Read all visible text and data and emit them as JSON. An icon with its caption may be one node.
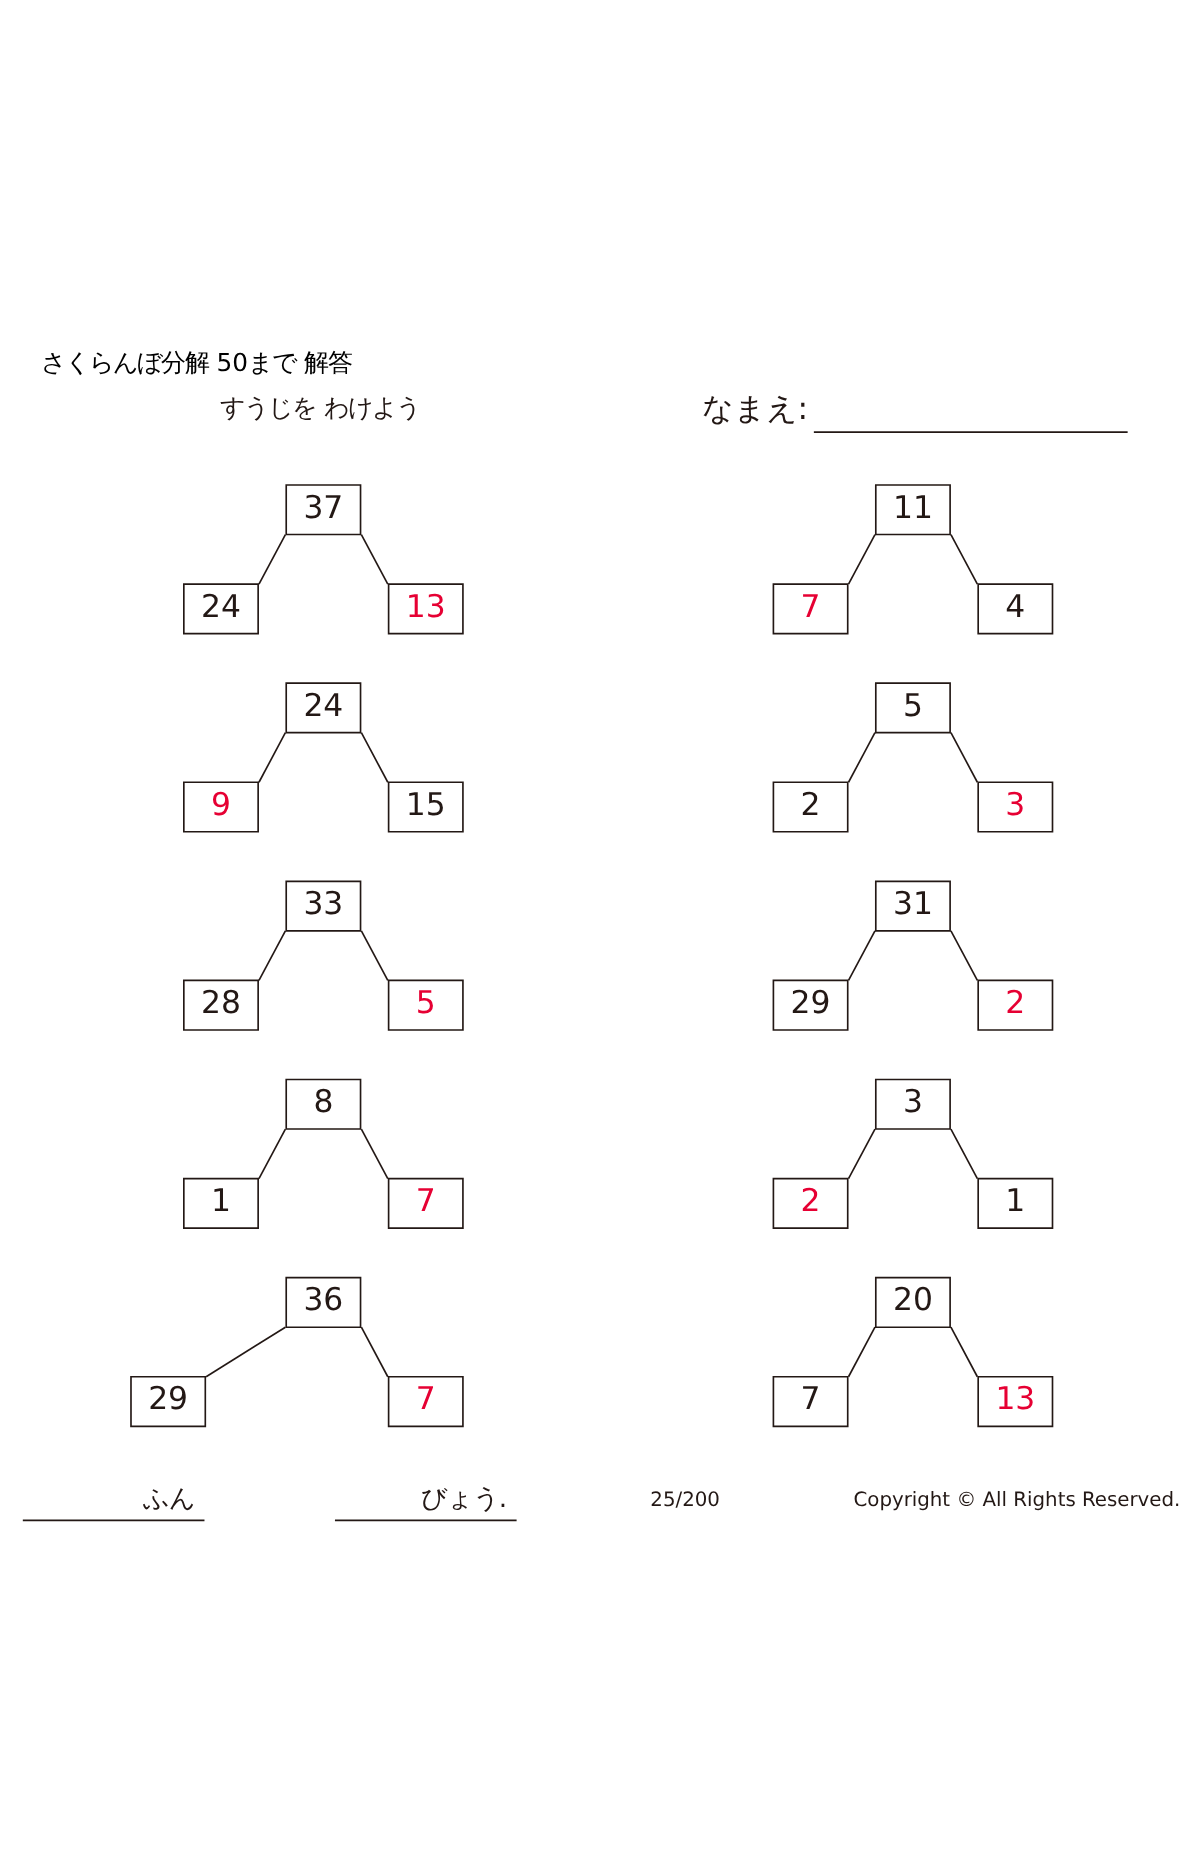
{
  "diagram": {
    "title": "さくらんぼ分解 50まで 解答",
    "nodes": [
      {
        "text": [
          "37"
        ]
      },
      {
        "text": [
          "24"
        ]
      },
      {
        "text": [
          "13"
        ]
      },
      {
        "text": [
          "11"
        ]
      },
      {
        "text": [
          "7"
        ]
      },
      {
        "text": [
          "4"
        ]
      },
      {
        "text": [
          "24"
        ]
      },
      {
        "text": [
          "9"
        ]
      },
      {
        "text": [
          "15"
        ]
      },
      {
        "text": [
          "5"
        ]
      },
      {
        "text": [
          "2"
        ]
      },
      {
        "text": [
          "3"
        ]
      },
      {
        "text": [
          "33"
        ]
      },
      {
        "text": [
          "28"
        ]
      },
      {
        "text": [
          "5"
        ]
      },
      {
        "text": [
          "31"
        ]
      },
      {
        "text": [
          "29"
        ]
      },
      {
        "text": [
          "2"
        ]
      },
      {
        "text": [
          "8"
        ]
      },
      {
        "text": [
          "1"
        ]
      },
      {
        "text": [
          "7"
        ]
      },
      {
        "text": [
          "3"
        ]
      },
      {
        "text": [
          "2"
        ]
      },
      {
        "text": [
          "1"
        ]
      },
      {
        "text": [
          "36"
        ]
      },
      {
        "text": [
          "29"
        ]
      },
      {
        "text": [
          "7"
        ]
      },
      {
        "text": [
          "20"
        ]
      },
      {
        "text": [
          "7"
        ]
      },
      {
        "text": [
          "13"
        ]
      }
    ],
    "edges": [
      {
        "from": 0,
        "to": 1,
        "arrow": "none"
      },
      {
        "from": 0,
        "to": 2,
        "arrow": "none"
      },
      {
        "from": 3,
        "to": 4,
        "arrow": "none"
      },
      {
        "from": 3,
        "to": 5,
        "arrow": "none"
      },
      {
        "from": 6,
        "to": 7,
        "arrow": "none"
      },
      {
        "from": 6,
        "to": 8,
        "arrow": "none"
      },
      {
        "from": 9,
        "to": 10,
        "arrow": "none"
      },
      {
        "from": 9,
        "to": 11,
        "arrow": "none"
      },
      {
        "from": 12,
        "to": 13,
        "arrow": "none"
      },
      {
        "from": 12,
        "to": 14,
        "arrow": "none"
      },
      {
        "from": 15,
        "to": 16,
        "arrow": "none"
      },
      {
        "from": 15,
        "to": 17,
        "arrow": "none"
      },
      {
        "from": 18,
        "to": 19,
        "arrow": "none"
      },
      {
        "from": 18,
        "to": 20,
        "arrow": "none"
      },
      {
        "from": 21,
        "to": 22,
        "arrow": "none"
      },
      {
        "from": 21,
        "to": 23,
        "arrow": "none"
      },
      {
        "from": 24,
        "to": 25,
        "arrow": "none"
      },
      {
        "from": 24,
        "to": 26,
        "arrow": "none"
      },
      {
        "from": 27,
        "to": 28,
        "arrow": "none"
      },
      {
        "from": 27,
        "to": 29,
        "arrow": "none"
      }
    ],
    "labels": [
      "すうじを わけよう",
      "なまえ:",
      "ふん",
      "びょう.",
      "25/200",
      "Copyright © All Rights Reserved."
    ]
  }
}
